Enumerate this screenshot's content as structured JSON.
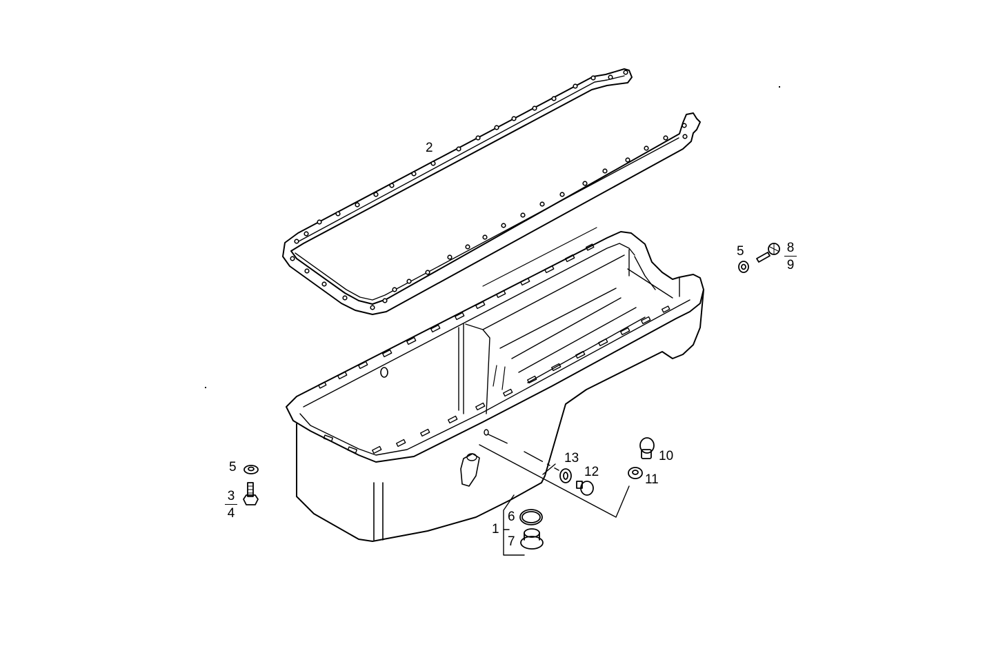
{
  "diagram": {
    "type": "exploded-parts-view",
    "subject": "engine oil pan assembly",
    "colors": {
      "ink": "#000000",
      "background": "#ffffff"
    },
    "callouts": [
      {
        "id": "c1",
        "label": "1",
        "part": "oil drain plug assembly (6+7)"
      },
      {
        "id": "c2",
        "label": "2",
        "part": "oil pan gasket"
      },
      {
        "id": "c3-4",
        "numerator": "3",
        "denominator": "4",
        "part": "hex bolt"
      },
      {
        "id": "c5-left",
        "label": "5",
        "part": "washer"
      },
      {
        "id": "c5-right",
        "label": "5",
        "part": "washer"
      },
      {
        "id": "c6",
        "label": "6",
        "part": "sealing ring"
      },
      {
        "id": "c7",
        "label": "7",
        "part": "drain plug"
      },
      {
        "id": "c8-9",
        "numerator": "8",
        "denominator": "9",
        "part": "hex bolt"
      },
      {
        "id": "c10",
        "label": "10",
        "part": "plug"
      },
      {
        "id": "c11",
        "label": "11",
        "part": "sealing washer"
      },
      {
        "id": "c12",
        "label": "12",
        "part": "plug"
      },
      {
        "id": "c13",
        "label": "13",
        "part": "sealing washer"
      }
    ]
  }
}
